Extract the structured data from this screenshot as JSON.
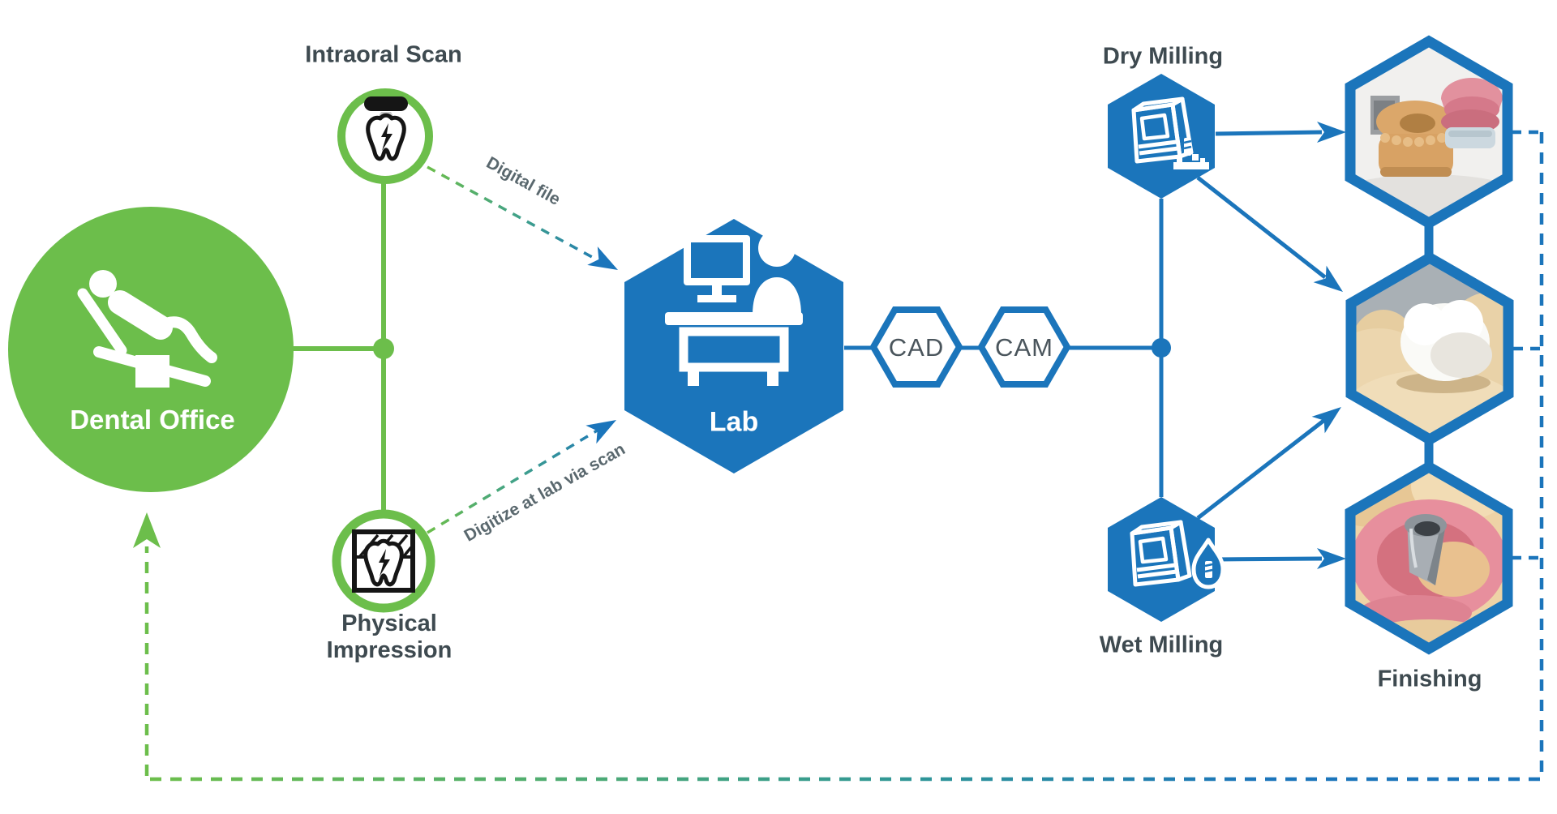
{
  "palette": {
    "green": "#6CBE4B",
    "blue": "#1B75BB",
    "label_dark": "#3E4A50",
    "label_muted": "#5A686E",
    "white": "#FFFFFF",
    "icon_black": "#151515"
  },
  "nodes": {
    "dental_office": {
      "label": "Dental Office"
    },
    "intraoral_scan": {
      "label": "Intraoral Scan"
    },
    "physical_impression": {
      "label": "Physical Impression"
    },
    "lab": {
      "label": "Lab"
    },
    "cad": {
      "label": "CAD"
    },
    "cam": {
      "label": "CAM"
    },
    "dry_milling": {
      "label": "Dry Milling"
    },
    "wet_milling": {
      "label": "Wet Milling"
    },
    "finishing": {
      "label": "Finishing"
    }
  },
  "edge_labels": {
    "digital_file": "Digital file",
    "digitize_at_lab": "Digitize at lab via scan"
  },
  "icons": {
    "dental_office": "dental-chair-patient-icon",
    "intraoral_scan": "intraoral-scanner-tooth-icon",
    "physical_impression": "impression-tray-tooth-icon",
    "lab": "lab-technician-desk-icon",
    "dry_milling": "dry-milling-machine-icon",
    "wet_milling": "wet-milling-machine-icon",
    "outputs": [
      "milled-models-photo",
      "milled-crown-photo",
      "milled-abutment-photo"
    ]
  }
}
